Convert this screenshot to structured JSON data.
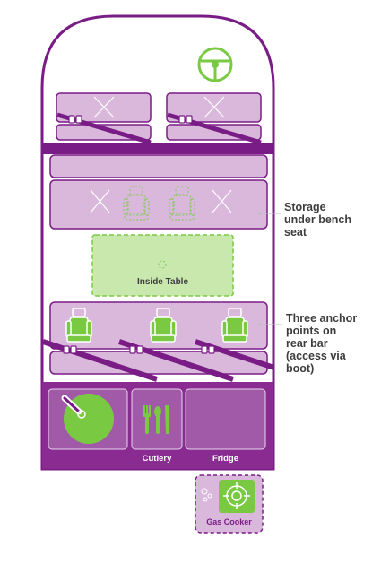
{
  "annotations": {
    "storage": "Storage under bench seat",
    "anchors": "Three anchor points on rear bar (access via boot)"
  },
  "labels": {
    "inside_table": "Inside Table",
    "cutlery": "Cutlery",
    "fridge": "Fridge",
    "gas_cooker": "Gas Cooker"
  },
  "colors": {
    "purple_dark": "#7a1c85",
    "purple_light": "#d9b8dc",
    "green": "#7ac943",
    "green_light": "#c9e8ae"
  }
}
